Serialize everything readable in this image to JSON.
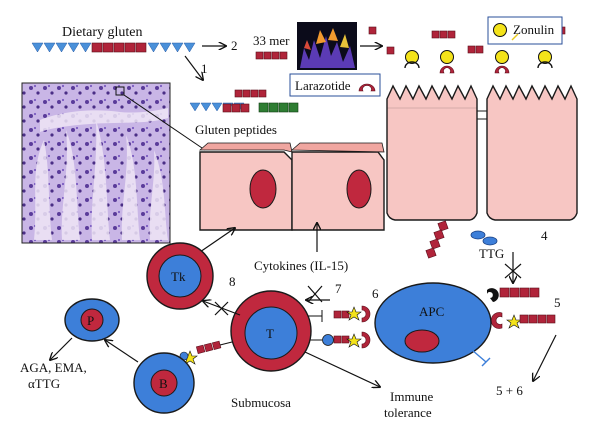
{
  "labels": {
    "dietary_gluten": "Dietary gluten",
    "step1": "1",
    "step2": "2",
    "mer33": "33 mer",
    "zonulin": "Zonulin",
    "larazotide": "Larazotide",
    "gluten_peptides": "Gluten peptides",
    "cytokines": "Cytokines (IL-15)",
    "step4": "4",
    "ttg": "TTG",
    "step5": "5",
    "step6": "6",
    "step7": "7",
    "step8": "8",
    "step56": "5 + 6",
    "tk": "Tk",
    "t": "T",
    "apc": "APC",
    "p": "P",
    "b": "B",
    "aga_line1": "AGA, EMA,",
    "aga_line2": "αTTG",
    "submucosa": "Submucosa",
    "immune_line1": "Immune",
    "immune_line2": "tolerance"
  },
  "colors": {
    "gluten_blue": "#4a90d9",
    "peptide_red": "#b0243a",
    "peptide_green": "#2e7d32",
    "cell_pink": "#f7c6c3",
    "cell_border": "#1a1a1a",
    "nucleus_red": "#c0283e",
    "immune_blue": "#3d7fd9",
    "immune_ring": "#c0283e",
    "zonulin_yellow": "#f4e31a"
  }
}
